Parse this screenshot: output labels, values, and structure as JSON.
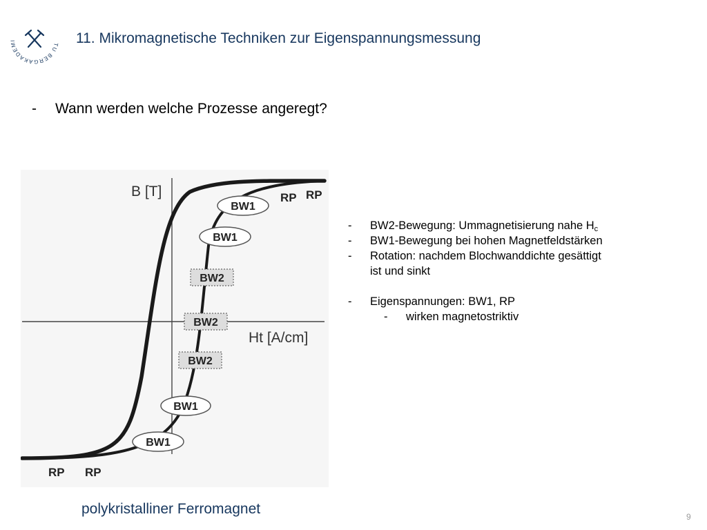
{
  "logo": {
    "text": "TU BERGAKADEMIE FREIBERG"
  },
  "header": {
    "title": "11. Mikromagnetische Techniken zur Eigenspannungsmessung"
  },
  "question": {
    "dash": "-",
    "text": "Wann werden welche Prozesse angeregt?"
  },
  "figure": {
    "y_axis_label": "B [T]",
    "x_axis_label": "Ht [A/cm]",
    "labels": [
      "RP",
      "RP",
      "BW1",
      "BW1",
      "BW2",
      "BW2",
      "BW2",
      "BW1",
      "BW1",
      "RP",
      "RP"
    ]
  },
  "bullets": {
    "b1_prefix": "BW2-Bewegung: Ummagnetisierung nahe H",
    "b1_sub": "c",
    "b2": "BW1-Bewegung bei hohen Magnetfeldstärken",
    "b3": "Rotation: nachdem Blochwanddichte gesättigt",
    "b3_cont": "ist und sinkt",
    "b4": "Eigenspannungen: BW1, RP",
    "b4_sub": "wirken magnetostriktiv",
    "dash": "-"
  },
  "caption": "polykristalliner Ferromagnet",
  "page_number": "9"
}
